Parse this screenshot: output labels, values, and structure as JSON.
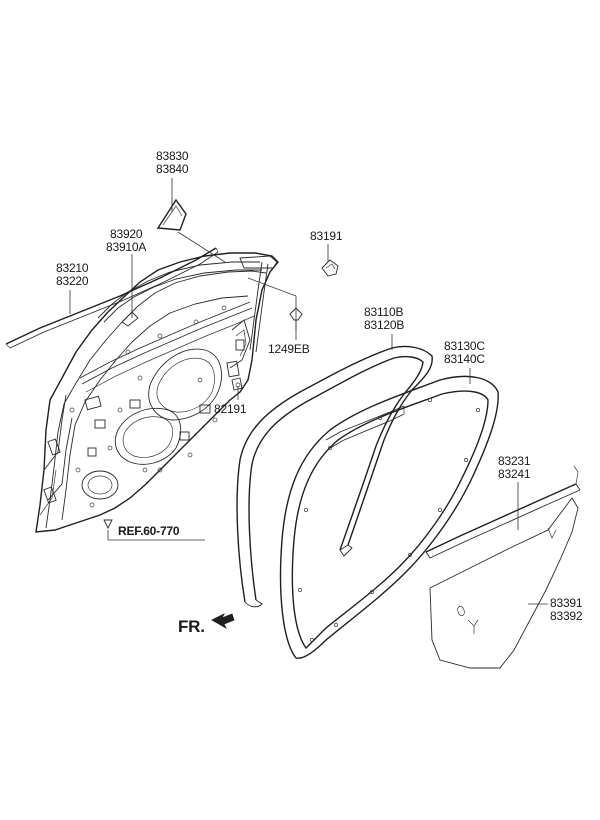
{
  "diagram": {
    "labels": {
      "p83830": [
        "83830",
        "83840"
      ],
      "p83920": [
        "83920",
        "83910A"
      ],
      "p83210": [
        "83210",
        "83220"
      ],
      "p83191": [
        "83191"
      ],
      "p1249eb": [
        "1249EB"
      ],
      "p82191": [
        "82191"
      ],
      "p83110b": [
        "83110B",
        "83120B"
      ],
      "p83130c": [
        "83130C",
        "83140C"
      ],
      "p83231": [
        "83231",
        "83241"
      ],
      "p83391": [
        "83391",
        "83392"
      ]
    },
    "reference": "REF.60-770",
    "direction": "FR."
  },
  "colors": {
    "line": "#2a2a2a",
    "text": "#1a1a1a",
    "background": "#ffffff"
  }
}
